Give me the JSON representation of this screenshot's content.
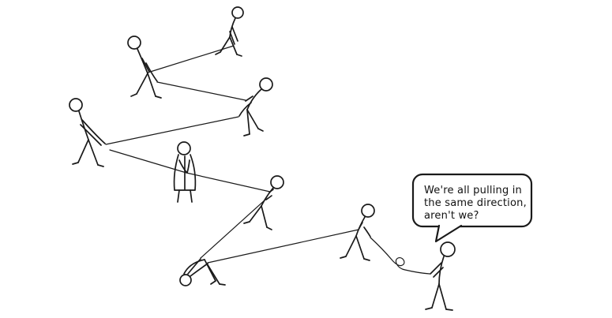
{
  "cartoon": {
    "speech_bubble": {
      "lines": {
        "0": "We're all pulling in",
        "1": "the same direction,",
        "2": "aren't we?"
      }
    },
    "colors": {
      "ink": "#1a1a1a",
      "background": "#ffffff",
      "bubble_fill": "#ffffff",
      "text": "#111111"
    }
  }
}
